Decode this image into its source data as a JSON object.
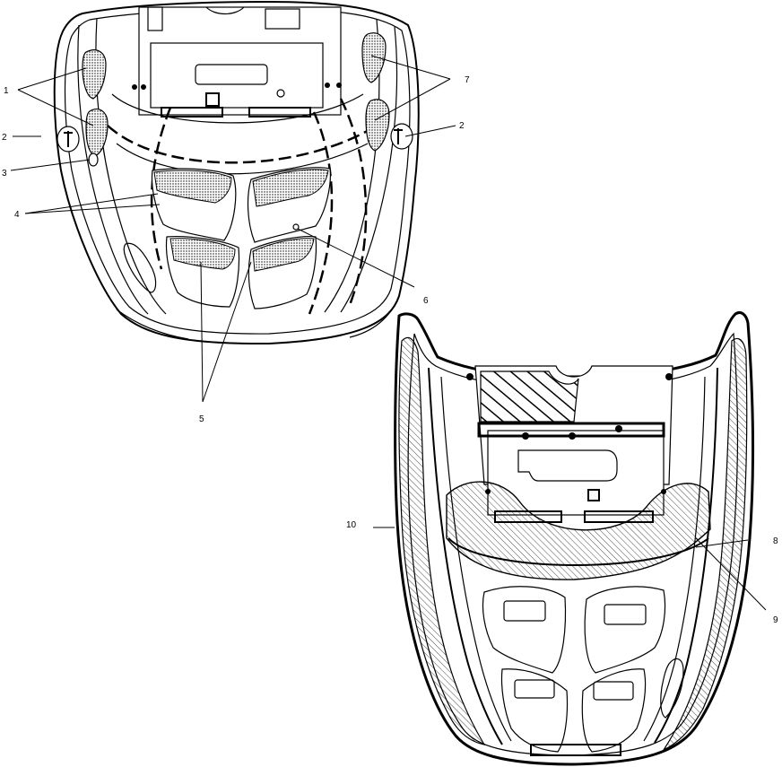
{
  "callouts": {
    "c1": "1",
    "c2_left": "2",
    "c2_right": "2",
    "c3": "3",
    "c4": "4",
    "c5": "5",
    "c6": "6",
    "c7": "7",
    "c8": "8",
    "c9": "9",
    "c10": "10"
  }
}
